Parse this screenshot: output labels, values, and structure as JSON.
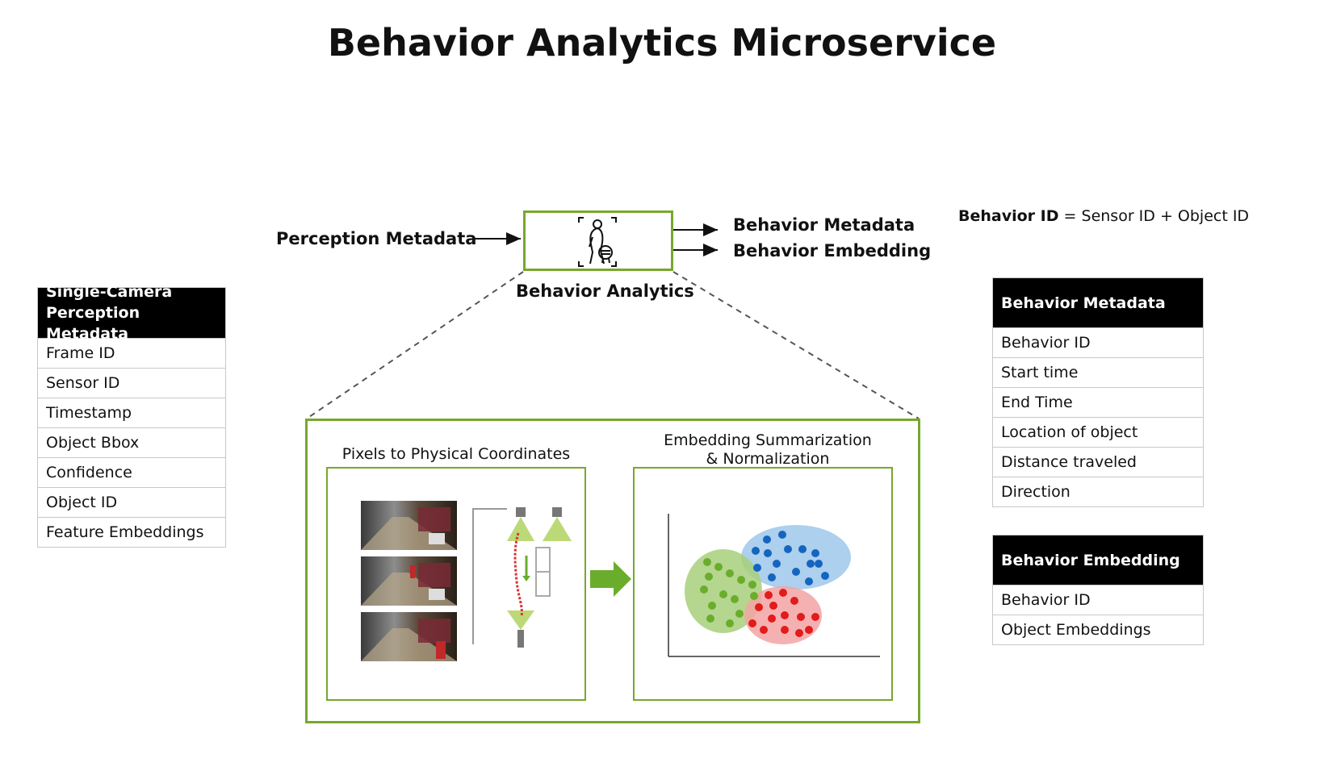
{
  "title": "Behavior Analytics Microservice",
  "flow": {
    "input_label": "Perception Metadata",
    "output_labels": [
      "Behavior Metadata",
      "Behavior Embedding"
    ],
    "block_label": "Behavior Analytics",
    "block_icon": "person-with-luggage-scan-icon"
  },
  "behavior_id_note": {
    "key": "Behavior ID",
    "formula": "= Sensor ID + Object ID"
  },
  "perception_table": {
    "header": "Single-Camera Perception Metadata",
    "rows": [
      "Frame ID",
      "Sensor ID",
      "Timestamp",
      "Object Bbox",
      "Confidence",
      "Object ID",
      "Feature Embeddings"
    ]
  },
  "behavior_metadata_table": {
    "header": "Behavior Metadata",
    "rows": [
      "Behavior ID",
      "Start time",
      "End Time",
      "Location of object",
      "Distance traveled",
      "Direction"
    ]
  },
  "behavior_embedding_table": {
    "header": "Behavior Embedding",
    "rows": [
      "Behavior ID",
      "Object Embeddings"
    ]
  },
  "detail": {
    "left_caption": "Pixels to Physical Coordinates",
    "right_caption_line1": "Embedding Summarization",
    "right_caption_line2": "& Normalization"
  },
  "colors": {
    "accent_green": "#76a82c",
    "cluster_green": "#6aad2c",
    "cluster_blue": "#1565c0",
    "cluster_red": "#e21b1b"
  }
}
